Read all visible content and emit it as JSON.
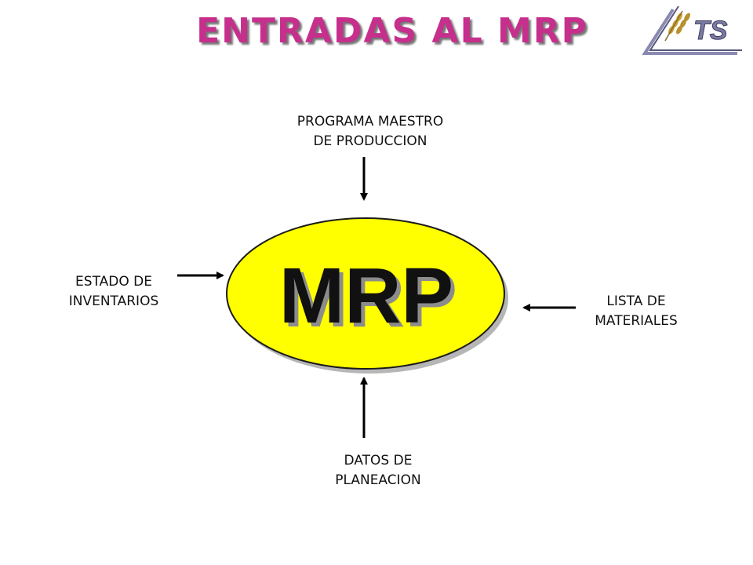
{
  "title": "ENTRADAS AL MRP",
  "center": {
    "label": "MRP"
  },
  "inputs": {
    "top": {
      "line1": "PROGRAMA MAESTRO",
      "line2": "DE PRODUCCION"
    },
    "left": {
      "line1": "ESTADO DE",
      "line2": "INVENTARIOS"
    },
    "right": {
      "line1": "LISTA DE",
      "line2": "MATERIALES"
    },
    "bottom": {
      "line1": "DATOS DE",
      "line2": "PLANEACION"
    }
  },
  "logo": {
    "text": "TS"
  },
  "colors": {
    "title": "#c62f8c",
    "ellipse_fill": "#ffff00",
    "ellipse_stroke": "#1a1a1a",
    "text": "#111111",
    "logo": "#6b6b8f"
  }
}
